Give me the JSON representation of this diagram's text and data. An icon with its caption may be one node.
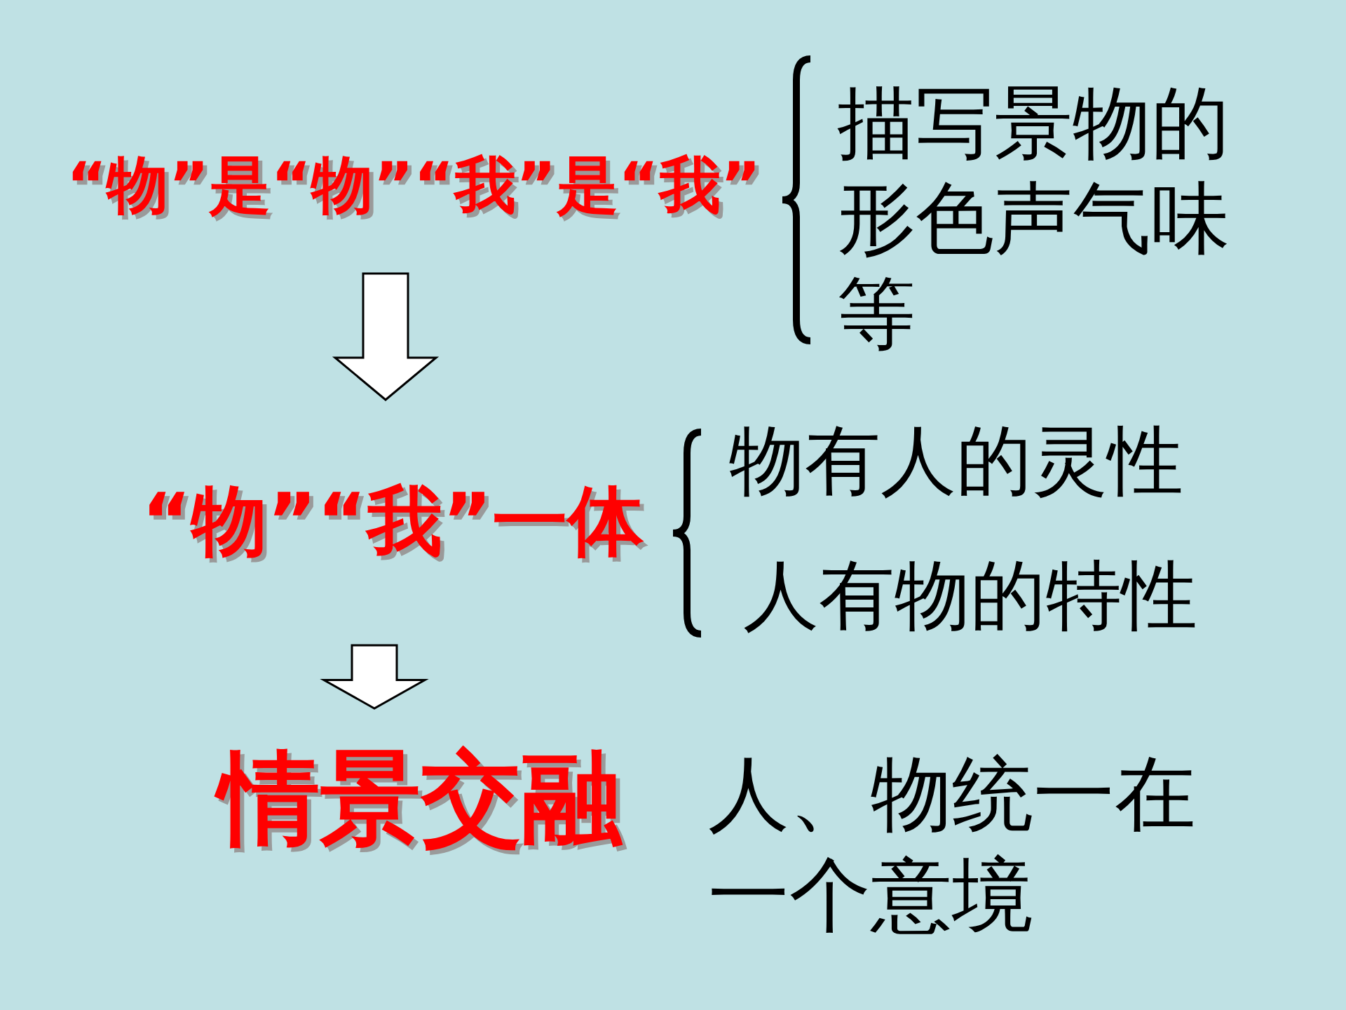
{
  "diagram": {
    "nodes": [
      {
        "text": [
          "“物”是“物”“我”是“我”"
        ]
      },
      {
        "text": [
          "“物”“我”一体"
        ]
      },
      {
        "text": [
          "情景交融"
        ]
      }
    ],
    "edges": [
      {
        "from": 0,
        "to": 1,
        "arrow": "to"
      },
      {
        "from": 1,
        "to": 2,
        "arrow": "to"
      }
    ],
    "labels": [
      "描写景物的形色声气味等",
      "物有人的灵性",
      "人有物的特性",
      "人、物统一在一个意境"
    ]
  }
}
